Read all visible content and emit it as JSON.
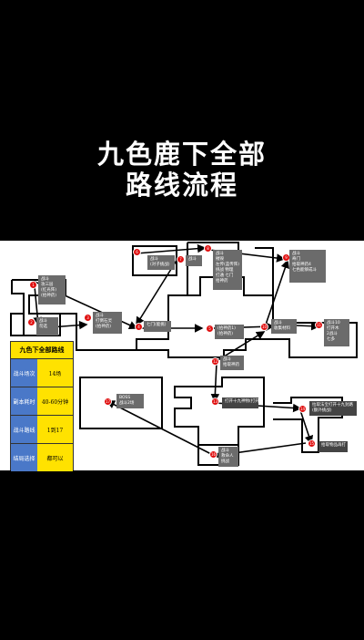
{
  "title": {
    "line1": "九色鹿下全部",
    "line2": "路线流程"
  },
  "legend": {
    "header": "九色下全部路线",
    "rows": [
      {
        "key": "战斗场次",
        "value": "14场"
      },
      {
        "key": "副本耗时",
        "value": "40-60分钟"
      },
      {
        "key": "战斗路线",
        "value": "1到17"
      },
      {
        "key": "结局选择",
        "value": "都可以"
      }
    ]
  },
  "nodes": [
    {
      "num": "1",
      "lines": [
        "战斗",
        "攻三层",
        "(红光阵)",
        "(拾神药)"
      ]
    },
    {
      "num": "2",
      "lines": [
        "战斗",
        "勿选"
      ]
    },
    {
      "num": "3",
      "lines": [
        "战斗",
        "打倒石灵",
        "(拾神药)"
      ]
    },
    {
      "num": "4",
      "lines": [
        "七门(能挑)"
      ]
    },
    {
      "num": "5",
      "lines": [
        "(拾神药1)",
        "(拾神药)"
      ]
    },
    {
      "num": "6",
      "lines": [
        "战斗",
        "(对子挑战)"
      ]
    },
    {
      "num": "7",
      "lines": [
        "战斗"
      ]
    },
    {
      "num": "8",
      "lines": [
        "战斗",
        "摧毁",
        "左传(蓝传阵)",
        "挑战 物理",
        "打通 七门",
        "拾神药"
      ]
    },
    {
      "num": "9",
      "lines": [
        "战斗",
        "奇门",
        "拾取神药4",
        "七色能够成斗"
      ]
    },
    {
      "num": "10",
      "lines": [
        "战斗",
        "收集材料"
      ]
    },
    {
      "num": "11",
      "lines": [
        "战斗10",
        "打开木",
        "2战斗",
        "七多"
      ]
    },
    {
      "num": "12",
      "lines": [
        "战斗",
        "拾取神药"
      ]
    },
    {
      "num": "13",
      "lines": [
        "打开十九神物(打开)"
      ]
    },
    {
      "num": "14",
      "lines": [
        "拉取法宝打开十九封路",
        "(额外挑战)"
      ]
    },
    {
      "num": "15",
      "lines": [
        "拾取物品再打"
      ]
    },
    {
      "num": "16",
      "lines": [
        "战斗",
        "救命人",
        "挑战"
      ]
    },
    {
      "num": "17",
      "lines": [
        "BOSS",
        "战斗2场"
      ]
    }
  ]
}
